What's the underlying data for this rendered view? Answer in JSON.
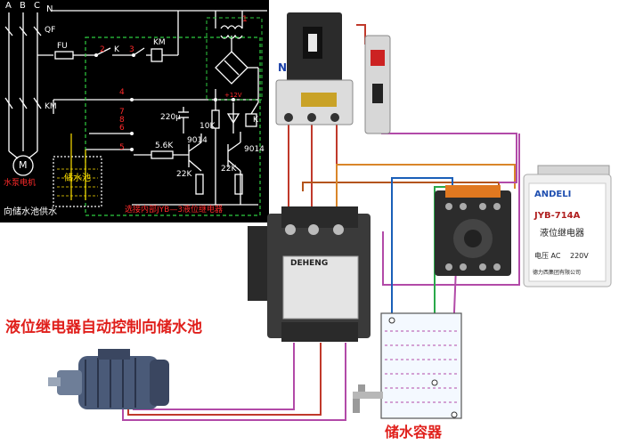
{
  "schematic": {
    "phases": [
      "A",
      "B",
      "C"
    ],
    "n_label": "N",
    "qf_label": "QF",
    "fu_label": "FU",
    "km_label": "KM",
    "km_main_label": "KM",
    "k_label": "K",
    "k_coil_label": "K",
    "terminals": [
      "2",
      "3",
      "4",
      "6",
      "7",
      "8",
      "5"
    ],
    "transformer_num": "1",
    "c_label": "220μ",
    "r1_label": "10K",
    "r2_label": "5.6K",
    "r3_label": "22K",
    "r4_label": "22K",
    "t1_label": "9014",
    "t2_label": "9014",
    "plus_label": "+12V",
    "motor_label": "M",
    "motor_caption": "水泵电机",
    "pool_label": "储水池",
    "bottom_left": "向储水池供水",
    "bottom_right": "选接内部JYB—3液位继电器"
  },
  "photo": {
    "n_label": "N",
    "title": "液位继电器自动控制向储水池",
    "container_label": "储水容器",
    "contactor_brand": "DEHENG",
    "relay_brand": "ANDELI",
    "relay_model": "JYB-714A",
    "relay_name": "液位继电器",
    "relay_voltage": "电压 AC",
    "relay_voltage_value": "220V",
    "relay_maker": "德力西集团有限公司"
  },
  "colors": {
    "wire_red": "#c0392b",
    "wire_brown": "#b4541a",
    "wire_orange": "#d9862a",
    "wire_blue": "#1a5fb8",
    "wire_green": "#2aa84a",
    "wire_purple": "#b24aa8",
    "title_red": "#e0201c",
    "schematic_bg": "#000000"
  }
}
